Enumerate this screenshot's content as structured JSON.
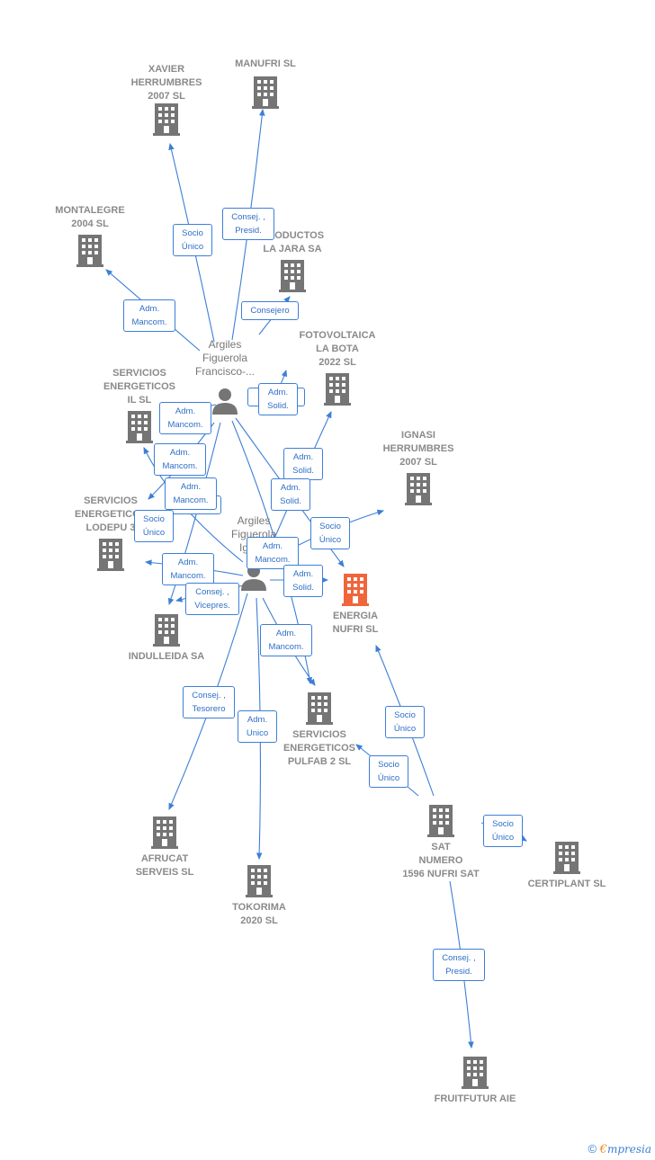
{
  "colors": {
    "edge": "#3d7fd6",
    "building": "#757575",
    "building_main": "#f0653a",
    "label": "#8a8a8a"
  },
  "companies": {
    "xavier": "XAVIER\nHERRUMBRES\n2007 SL",
    "manufri": "MANUFRI SL",
    "montalegre": "MONTALEGRE\n2004  SL",
    "productos": "PRODUCTOS\nLA JARA SA",
    "fotovoltaica": "FOTOVOLTAICA\nLA BOTA\n2022  SL",
    "serv_il": "SERVICIOS\nENERGETICOS\nIL  SL",
    "ignasi": "IGNASI\nHERRUMBRES\n2007 SL",
    "lodepu": "SERVICIOS\nENERGETICOS\nLODEPU 3",
    "energia": "ENERGIA\nNUFRI  SL",
    "indulleida": "INDULLEIDA SA",
    "pulfab": "SERVICIOS\nENERGETICOS\nPULFAB 2  SL",
    "afrucat": "AFRUCAT\nSERVEIS SL",
    "tokorima": "TOKORIMA\n2020  SL",
    "sat": "SAT\nNUMERO\n1596 NUFRI SAT",
    "certiplant": "CERTIPLANT SL",
    "fruitfutur": "FRUITFUTUR AIE"
  },
  "persons": {
    "francisco": "Argiles\nFiguerola\nFrancisco-...",
    "ignasi_p": "Argiles\nFiguerola\nIgnasi"
  },
  "edge_labels": {
    "e1": "Socio\nÚnico",
    "e2": "Consej. ,\nPresid.",
    "e3": "Adm.\nMancom.",
    "e4": "Consejero",
    "e5": "Adm.\nSolid.",
    "e6": "Adm.\nMancom.",
    "e7": "Adm.\nMancom.",
    "e8": "Adm.\nSolid.",
    "e9": "Adm.\nMancom.",
    "e10": "Consej....",
    "e11": "Adm.\nSolid.",
    "e12": "Socio\nÚnico",
    "e13": "Socio\nÚnico",
    "e14": "Adm.\nMancom.",
    "e15": "Adm.\nMancom.",
    "e16": "Adm.\nSolid.",
    "e17": "Consej. ,\nVicepres.",
    "e18": "Adm.\nMancom.",
    "e19": "Consej. ,\nTesorero",
    "e20": "Adm.\nUnico",
    "e21": "Socio\nÚnico",
    "e22": "Socio\nÚnico",
    "e23": "Socio\nÚnico",
    "e24": "Consej. ,\nPresid.",
    "e25": "Consej. ,"
  },
  "footer": {
    "copyright": "©",
    "brand_e": "€",
    "brand_rest": "mpresia"
  }
}
